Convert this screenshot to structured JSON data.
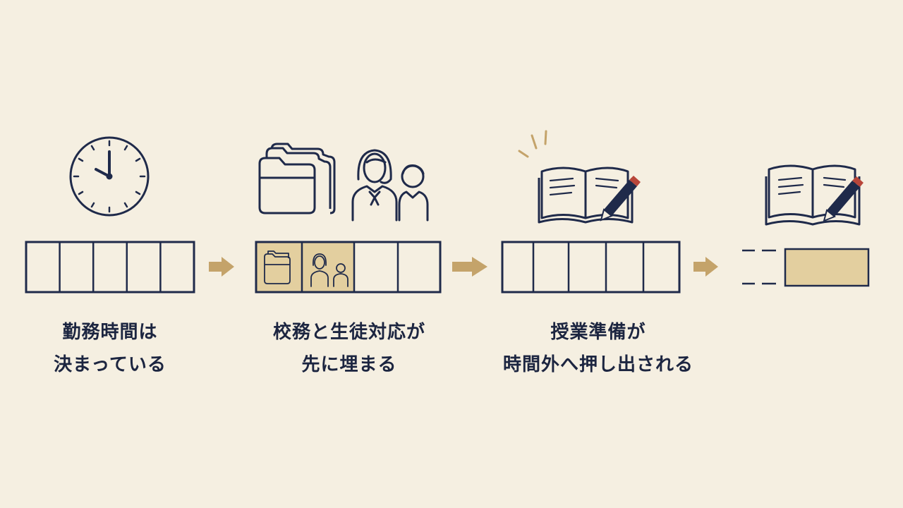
{
  "steps": [
    {
      "caption": [
        "勤務時間は",
        "決まっている"
      ],
      "icon": "clock-icon"
    },
    {
      "caption": [
        "校務と生徒対応が",
        "先に埋まる"
      ],
      "icon": "folders-and-people-icon"
    },
    {
      "caption": [
        "授業準備が",
        "時間外へ押し出される"
      ],
      "icon": "book-and-pen-icon"
    },
    {
      "caption": [],
      "icon": "book-and-pen-icon"
    }
  ],
  "colors": {
    "background": "#f5efe1",
    "ink": "#1f2a4a",
    "accent": "#c4a36a",
    "accent_fill": "#e3cf9f",
    "pen_tip": "#b8463a"
  }
}
